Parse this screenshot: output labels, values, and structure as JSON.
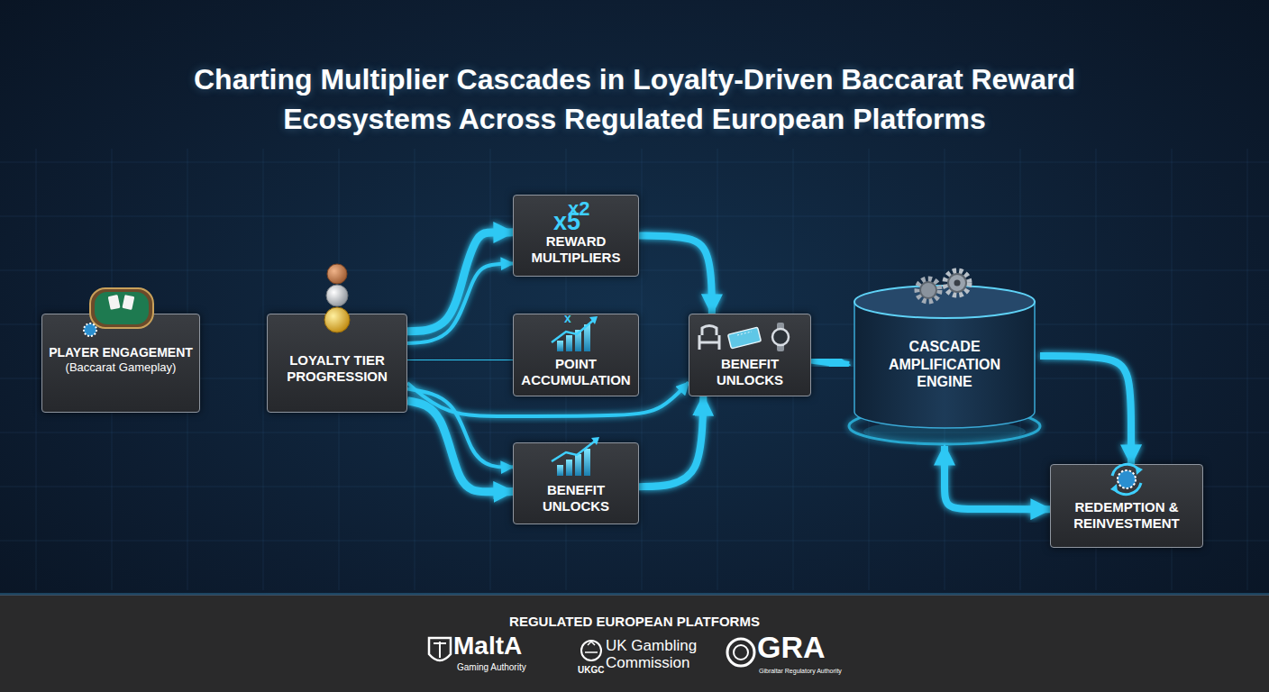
{
  "diagram": {
    "title": "Charting Multiplier Cascades in Loyalty-Driven Baccarat Reward Ecosystems Across Regulated European Platforms",
    "nodes": [
      {
        "text": [
          "PLAYER ENGAGEMENT",
          "(Baccarat Gameplay)"
        ]
      },
      {
        "text": [
          "LOYALTY TIER PROGRESSION"
        ]
      },
      {
        "text": [
          "REWARD MULTIPLIERS"
        ]
      },
      {
        "text": [
          "POINT ACCUMULATION"
        ]
      },
      {
        "text": [
          "BENEFIT UNLOCKS"
        ]
      },
      {
        "text": [
          "BENEFIT UNLOCKS"
        ]
      },
      {
        "text": [
          "CASCADE AMPLIFICATION ENGINE"
        ]
      },
      {
        "text": [
          "REDEMPTION & REINVESTMENT"
        ]
      },
      {
        "text": [
          "REGULATED EUROPEAN PLATFORMS"
        ]
      }
    ],
    "edges": [
      {
        "from": 0,
        "to": 1,
        "arrow": "to"
      },
      {
        "from": 1,
        "to": 2,
        "arrow": "to"
      },
      {
        "from": 1,
        "to": 2,
        "arrow": "to"
      },
      {
        "from": 1,
        "to": 3,
        "arrow": "to"
      },
      {
        "from": 1,
        "to": 5,
        "arrow": "to"
      },
      {
        "from": 1,
        "to": 4,
        "arrow": "to"
      },
      {
        "from": 1,
        "to": 4,
        "arrow": "to"
      },
      {
        "from": 2,
        "to": 5,
        "arrow": "to"
      },
      {
        "from": 3,
        "to": 5,
        "arrow": "to"
      },
      {
        "from": 4,
        "to": 5,
        "arrow": "to"
      },
      {
        "from": 5,
        "to": 6,
        "arrow": "to"
      },
      {
        "from": 6,
        "to": 7,
        "arrow": "to"
      },
      {
        "from": 6,
        "to": 7,
        "arrow": "both"
      }
    ],
    "labels": [
      "x2",
      "x5",
      "x",
      "MaltA",
      "Gaming Authority",
      "UK Gambling Commission",
      "UKGC",
      "GRA",
      "Gibraltar Regulatory Authority"
    ]
  }
}
